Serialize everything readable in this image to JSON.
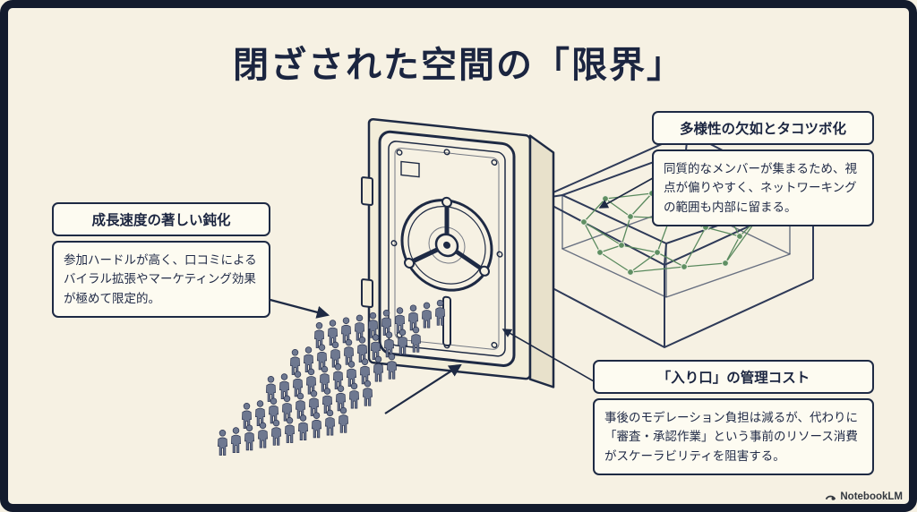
{
  "page": {
    "title": "閉ざされた空間の「限界」"
  },
  "callouts": {
    "growth": {
      "title": "成長速度の著しい鈍化",
      "body": "参加ハードルが高く、口コミによるバイラル拡張やマーケティング効果が極めて限定的。"
    },
    "diversity": {
      "title": "多様性の欠如とタコツボ化",
      "body": "同質的なメンバーが集まるため、視点が偏りやすく、ネットワーキングの範囲も内部に留まる。"
    },
    "entrance": {
      "title": "「入り口」の管理コスト",
      "body": "事後のモデレーション負担は減るが、代わりに「審査・承認作業」という事前のリソース消費がスケーラビリティを阻害する。"
    }
  },
  "footer": {
    "brand": "NotebookLM"
  },
  "colors": {
    "background": "#f6f1e3",
    "frame": "#131b2d",
    "ink": "#1e2a44",
    "network_green": "#5a8a5e",
    "panel": "#fdfbf1"
  }
}
